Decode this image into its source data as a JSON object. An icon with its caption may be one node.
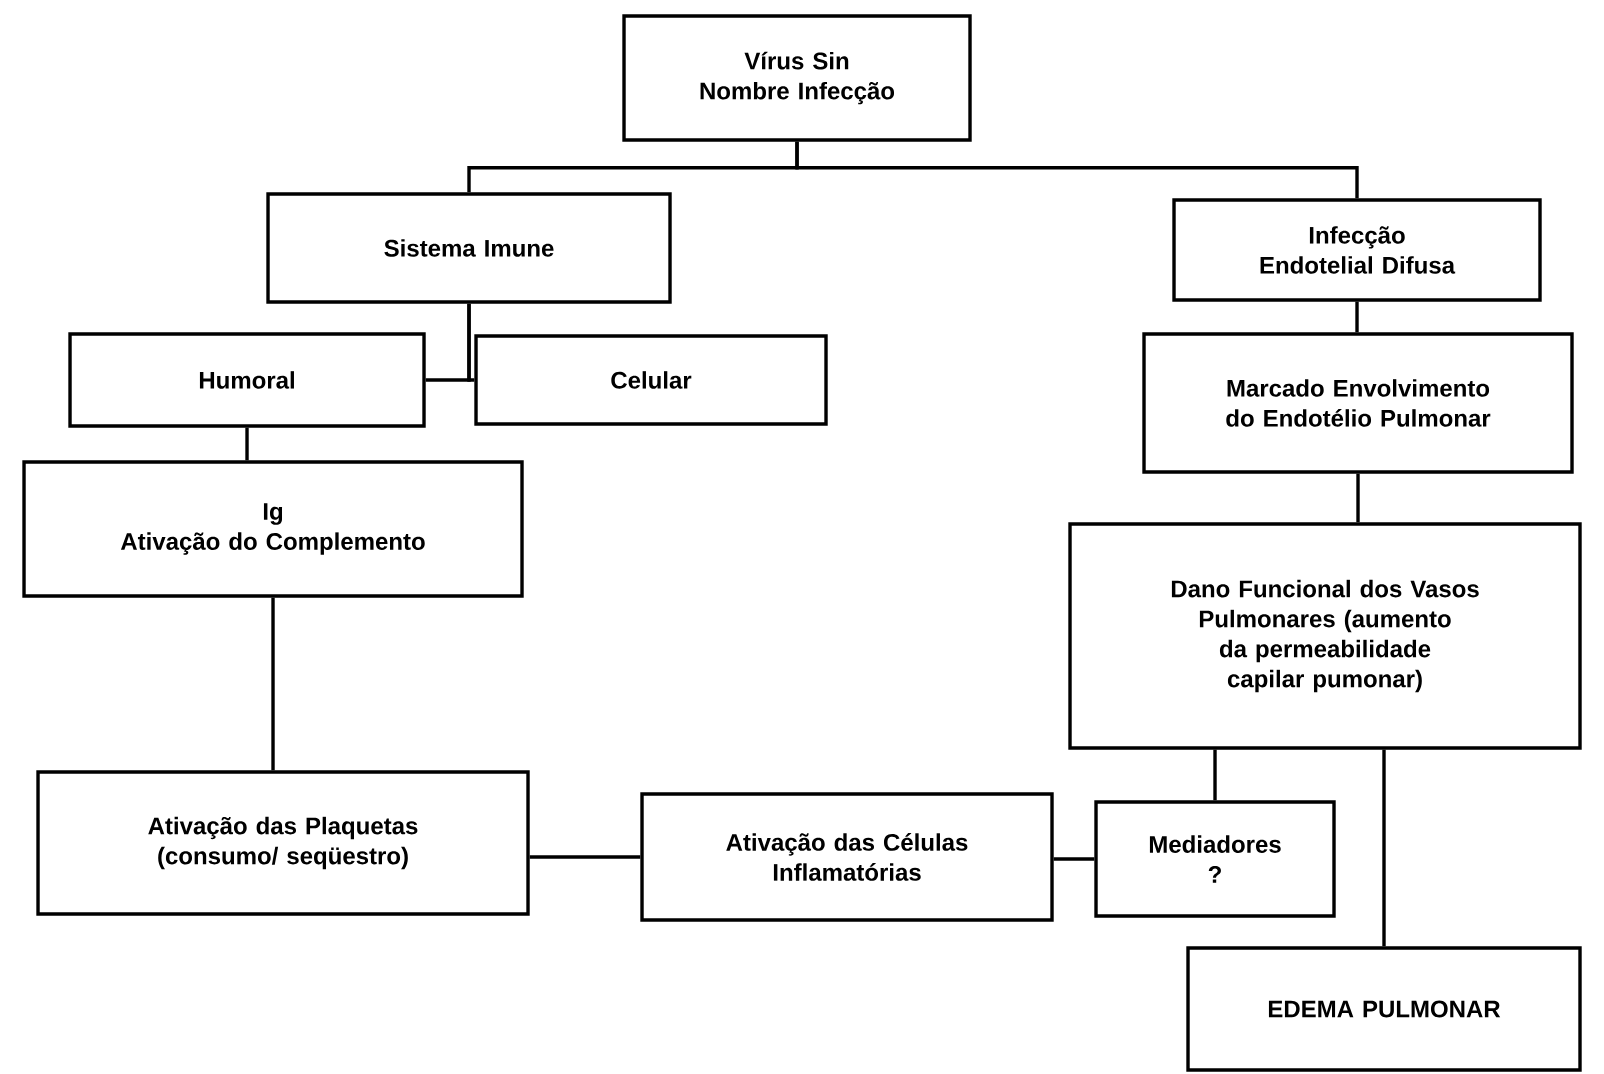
{
  "diagram": {
    "nodes": [
      {
        "text": [
          "Vírus Sin Nombre Infecção"
        ]
      },
      {
        "text": [
          "Sistema Imune"
        ]
      },
      {
        "text": [
          "Infecção Endotelial Difusa"
        ]
      },
      {
        "text": [
          "Humoral"
        ]
      },
      {
        "text": [
          "Celular"
        ]
      },
      {
        "text": [
          "Ig",
          "Ativação do Complemento"
        ]
      },
      {
        "text": [
          "Marcado Envolvimento do Endotélio Pulmonar"
        ]
      },
      {
        "text": [
          "Dano Funcional dos Vasos Pulmonares (aumento da permeabilidade capilar pumonar)"
        ]
      },
      {
        "text": [
          "Ativação das Plaquetas (consumo/ seqüestro)"
        ]
      },
      {
        "text": [
          "Ativação das Células Inflamatórias"
        ]
      },
      {
        "text": [
          "Mediadores ?"
        ]
      },
      {
        "text": [
          "EDEMA PULMONAR"
        ]
      }
    ],
    "edges": [
      {
        "from": 0,
        "to": 1,
        "arrow": "none"
      },
      {
        "from": 0,
        "to": 2,
        "arrow": "none"
      },
      {
        "from": 1,
        "to": 3,
        "arrow": "none"
      },
      {
        "from": 1,
        "to": 4,
        "arrow": "none"
      },
      {
        "from": 3,
        "to": 5,
        "arrow": "none"
      },
      {
        "from": 5,
        "to": 8,
        "arrow": "none"
      },
      {
        "from": 2,
        "to": 6,
        "arrow": "none"
      },
      {
        "from": 6,
        "to": 7,
        "arrow": "none"
      },
      {
        "from": 7,
        "to": 10,
        "arrow": "none"
      },
      {
        "from": 7,
        "to": 11,
        "arrow": "none"
      },
      {
        "from": 8,
        "to": 9,
        "arrow": "none"
      },
      {
        "from": 9,
        "to": 10,
        "arrow": "none"
      }
    ]
  }
}
